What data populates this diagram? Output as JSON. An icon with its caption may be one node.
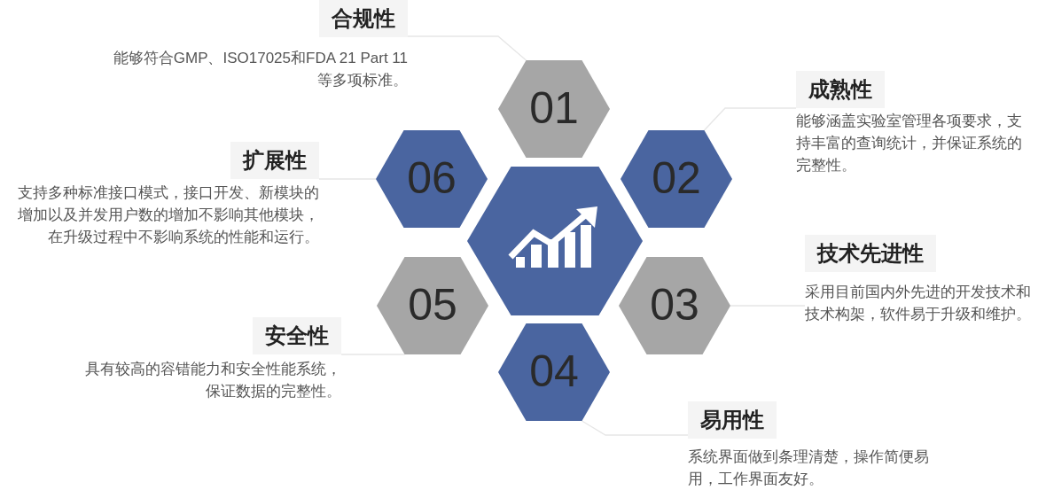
{
  "diagram": {
    "nodes": [
      {
        "text": [
          "01"
        ]
      },
      {
        "text": [
          "02"
        ]
      },
      {
        "text": [
          "03"
        ]
      },
      {
        "text": [
          "04"
        ]
      },
      {
        "text": [
          "05"
        ]
      },
      {
        "text": [
          "06"
        ]
      },
      {
        "text": [
          "合规性",
          "能够符合GMP、ISO17025和FDA 21 Part 11等多项标准。"
        ]
      },
      {
        "text": [
          "成熟性",
          "能够涵盖实验室管理各项要求，支持丰富的查询统计，并保证系统的完整性。"
        ]
      },
      {
        "text": [
          "技术先进性",
          "采用目前国内外先进的开发技术和技术构架，软件易于升级和维护。"
        ]
      },
      {
        "text": [
          "易用性",
          "系统界面做到条理清楚，操作简便易用，工作界面友好。"
        ]
      },
      {
        "text": [
          "安全性",
          "具有较高的容错能力和安全性能系统，保证数据的完整性。"
        ]
      },
      {
        "text": [
          "扩展性",
          "支持多种标准接口模式，接口开发、新模块的增加以及并发用户数的增加不影响其他模块，在升级过程中不影响系统的性能和运行。"
        ]
      }
    ],
    "edges": [
      {
        "from": 0,
        "to": 6,
        "arrow": "none"
      },
      {
        "from": 1,
        "to": 7,
        "arrow": "none"
      },
      {
        "from": 2,
        "to": 8,
        "arrow": "none"
      },
      {
        "from": 3,
        "to": 9,
        "arrow": "none"
      },
      {
        "from": 4,
        "to": 10,
        "arrow": "none"
      },
      {
        "from": 5,
        "to": 11,
        "arrow": "none"
      }
    ]
  }
}
